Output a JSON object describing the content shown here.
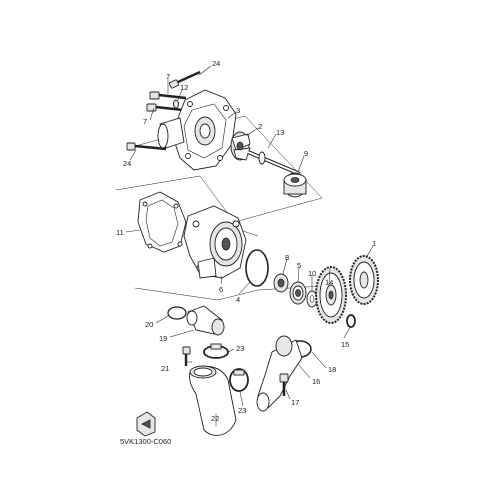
{
  "diagram": {
    "code": "5VK1300-C060",
    "callouts": {
      "c24a": "24",
      "c7a": "7",
      "c12": "12",
      "c3": "3",
      "c7b": "7",
      "c2": "2",
      "c13": "13",
      "c24b": "24",
      "c9": "9",
      "c11": "11",
      "c1": "1",
      "c8": "8",
      "c5": "5",
      "c10": "10",
      "c14": "14",
      "c6": "6",
      "c4": "4",
      "c20": "20",
      "c19": "19",
      "c23a": "23",
      "c21": "21",
      "c15": "15",
      "c18": "18",
      "c16": "16",
      "c17": "17",
      "c22": "22",
      "c23b": "23"
    }
  }
}
